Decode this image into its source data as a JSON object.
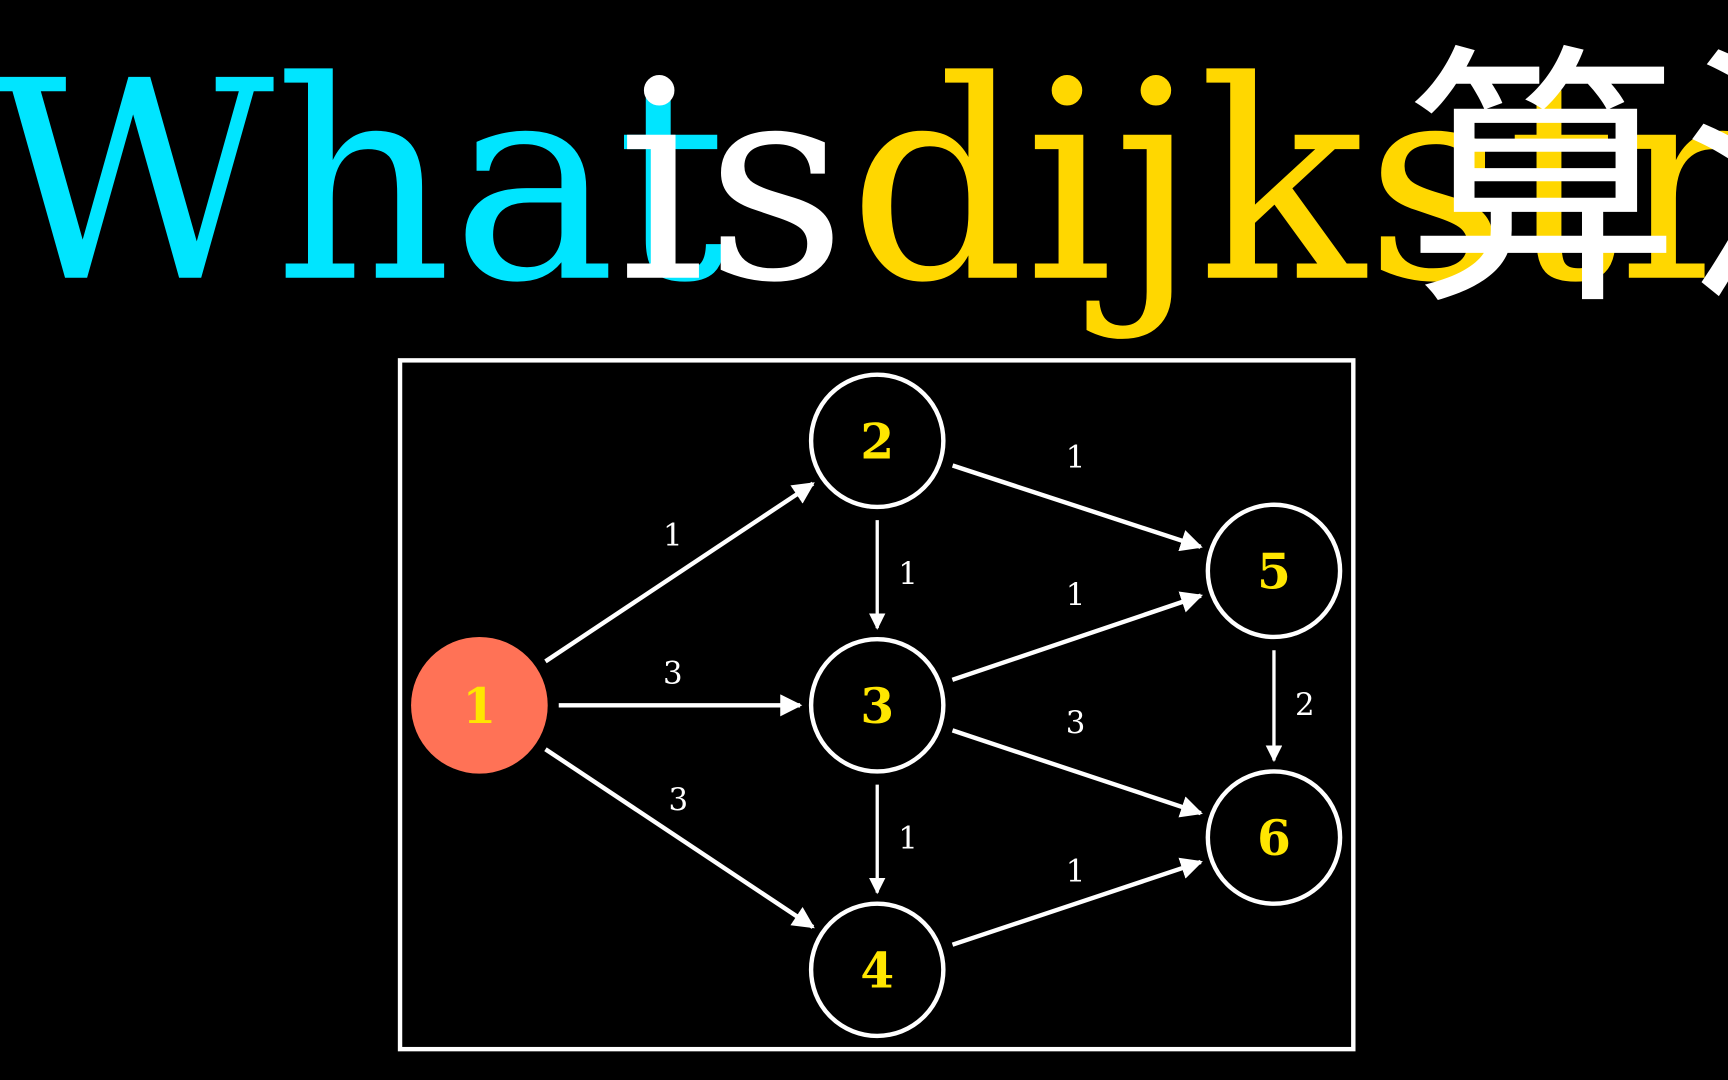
{
  "title": {
    "parts": [
      {
        "text": "What",
        "color": "#00E5FF"
      },
      {
        "text": "is",
        "color": "#FFFFFF"
      },
      {
        "text": "dijkstra",
        "color": "#FFD700"
      },
      {
        "text": "算法",
        "color": "#FFFFFF"
      }
    ]
  },
  "graph": {
    "directed": true,
    "source_node": "1",
    "colors": {
      "source_fill": "#FF7256",
      "node_label": "#FFE600",
      "edge": "#FFFFFF",
      "frame": "#FFFFFF",
      "background": "#000000"
    },
    "nodes": [
      {
        "id": "1",
        "label": "1"
      },
      {
        "id": "2",
        "label": "2"
      },
      {
        "id": "3",
        "label": "3"
      },
      {
        "id": "4",
        "label": "4"
      },
      {
        "id": "5",
        "label": "5"
      },
      {
        "id": "6",
        "label": "6"
      }
    ],
    "edges": [
      {
        "from": "1",
        "to": "2",
        "weight": "1"
      },
      {
        "from": "1",
        "to": "3",
        "weight": "3"
      },
      {
        "from": "1",
        "to": "4",
        "weight": "3"
      },
      {
        "from": "2",
        "to": "3",
        "weight": "1"
      },
      {
        "from": "2",
        "to": "5",
        "weight": "1"
      },
      {
        "from": "3",
        "to": "5",
        "weight": "1"
      },
      {
        "from": "3",
        "to": "6",
        "weight": "3"
      },
      {
        "from": "3",
        "to": "4",
        "weight": "1"
      },
      {
        "from": "4",
        "to": "6",
        "weight": "1"
      },
      {
        "from": "5",
        "to": "6",
        "weight": "2"
      }
    ]
  }
}
